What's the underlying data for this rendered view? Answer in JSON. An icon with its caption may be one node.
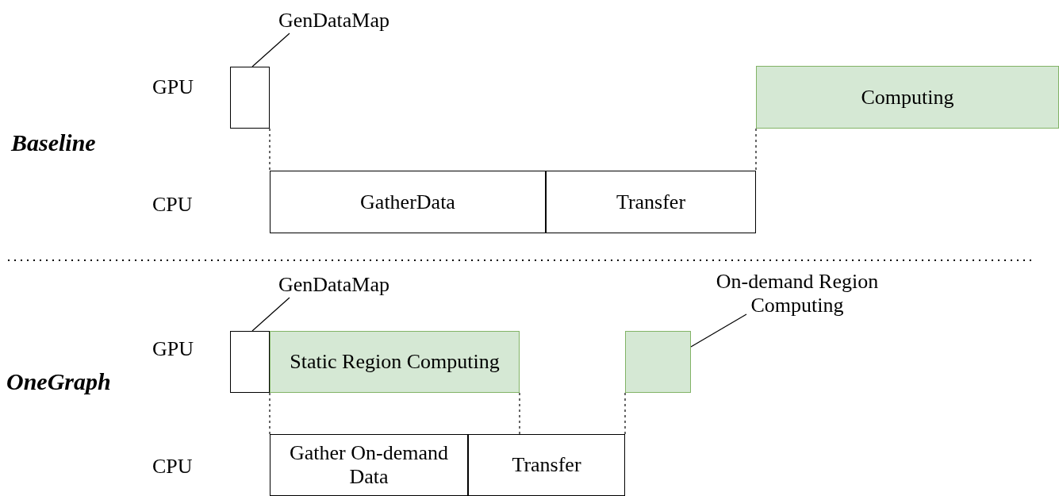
{
  "diagram": {
    "nodes": [
      {
        "text": [
          "GenDataMap"
        ]
      },
      {
        "text": [],
        "shape": "box"
      },
      {
        "text": [
          "Computing"
        ]
      },
      {
        "text": [
          "GatherData"
        ]
      },
      {
        "text": [
          "Transfer"
        ]
      },
      {
        "text": [
          "GenDataMap"
        ]
      },
      {
        "text": [],
        "shape": "box"
      },
      {
        "text": [
          "Static Region Computing"
        ]
      },
      {
        "text": [
          "On-demand Region Computing"
        ]
      },
      {
        "text": [],
        "shape": "box"
      },
      {
        "text": [
          "Gather On-demand Data"
        ]
      },
      {
        "text": [
          "Transfer"
        ]
      }
    ],
    "edges": [
      {
        "from": 0,
        "to": 1,
        "arrow": "none"
      },
      {
        "from": 5,
        "to": 6,
        "arrow": "none"
      },
      {
        "from": 8,
        "to": 9,
        "arrow": "none"
      },
      {
        "from": 1,
        "to": 3,
        "arrow": "none",
        "style": "dashed"
      },
      {
        "from": 2,
        "to": 4,
        "arrow": "none",
        "style": "dashed"
      },
      {
        "from": 6,
        "to": 10,
        "arrow": "none",
        "style": "dashed"
      },
      {
        "from": 7,
        "to": 11,
        "arrow": "none",
        "style": "dashed"
      },
      {
        "from": 9,
        "to": 11,
        "arrow": "none",
        "style": "dashed"
      }
    ],
    "labels": [
      "GPU",
      "Baseline",
      "CPU",
      "GPU",
      "OneGraph",
      "CPU"
    ]
  }
}
